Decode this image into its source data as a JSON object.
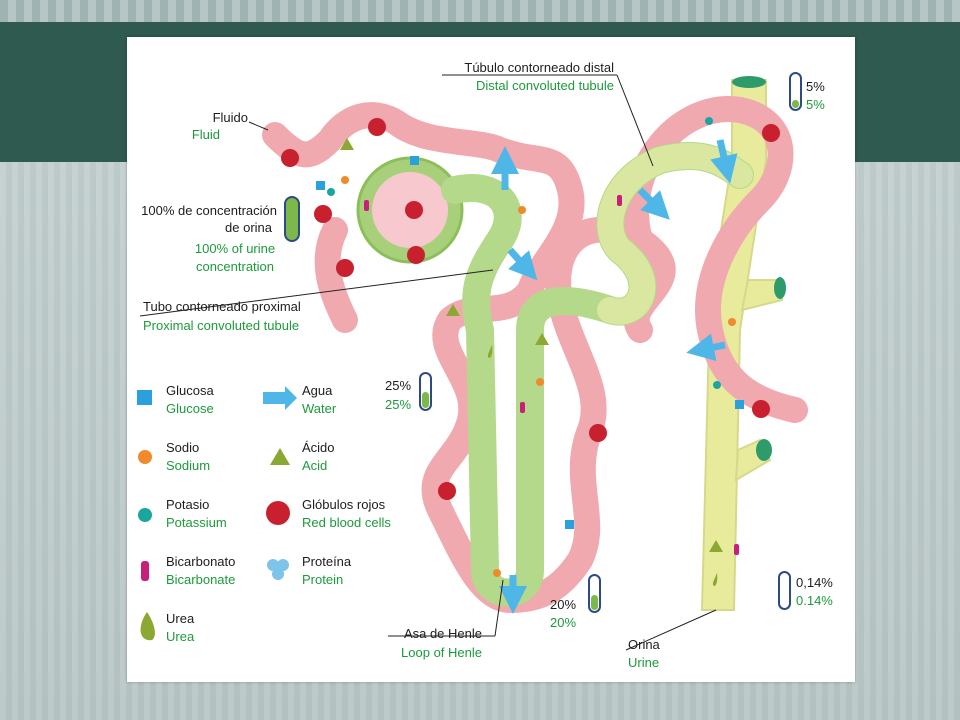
{
  "colors": {
    "tubule_pink": "#f1a9b0",
    "tubule_green": "#a8d07a",
    "collecting_yellow": "#e8ea9c",
    "blood_red": "#c8202f",
    "english_green": "#1d9a3c",
    "water_blue": "#4fb7e8"
  },
  "labels": {
    "fluid": {
      "es": "Fluido",
      "en": "Fluid"
    },
    "concentration100": {
      "es_1": "100% de concentración",
      "es_2": "de orina",
      "en_1": "100% of urine",
      "en_2": "concentration"
    },
    "proximal": {
      "es": "Tubo contorneado proximal",
      "en": "Proximal convoluted tubule"
    },
    "distal": {
      "es": "Túbulo contorneado distal",
      "en": "Distal convoluted tubule"
    },
    "loop": {
      "es": "Asa de Henle",
      "en": "Loop of Henle"
    },
    "urine": {
      "es": "Orina",
      "en": "Urine"
    },
    "pct_5": {
      "es": "5%",
      "en": "5%"
    },
    "pct_25": {
      "es": "25%",
      "en": "25%"
    },
    "pct_20": {
      "es": "20%",
      "en": "20%"
    },
    "pct_014": {
      "es": "0,14%",
      "en": "0.14%"
    }
  },
  "legend": [
    {
      "icon": "square-icon",
      "es": "Glucosa",
      "en": "Glucose"
    },
    {
      "icon": "arrow-icon",
      "es": "Agua",
      "en": "Water"
    },
    {
      "icon": "dot-orange-icon",
      "es": "Sodio",
      "en": "Sodium"
    },
    {
      "icon": "triangle-icon",
      "es": "Ácido",
      "en": "Acid"
    },
    {
      "icon": "dot-teal-icon",
      "es": "Potasio",
      "en": "Potassium"
    },
    {
      "icon": "red-cell-icon",
      "es": "Glóbulos rojos",
      "en": "Red blood cells"
    },
    {
      "icon": "capsule-icon",
      "es": "Bicarbonato",
      "en": "Bicarbonate"
    },
    {
      "icon": "protein-icon",
      "es": "Proteína",
      "en": "Protein"
    },
    {
      "icon": "drop-icon",
      "es": "Urea",
      "en": "Urea"
    }
  ]
}
